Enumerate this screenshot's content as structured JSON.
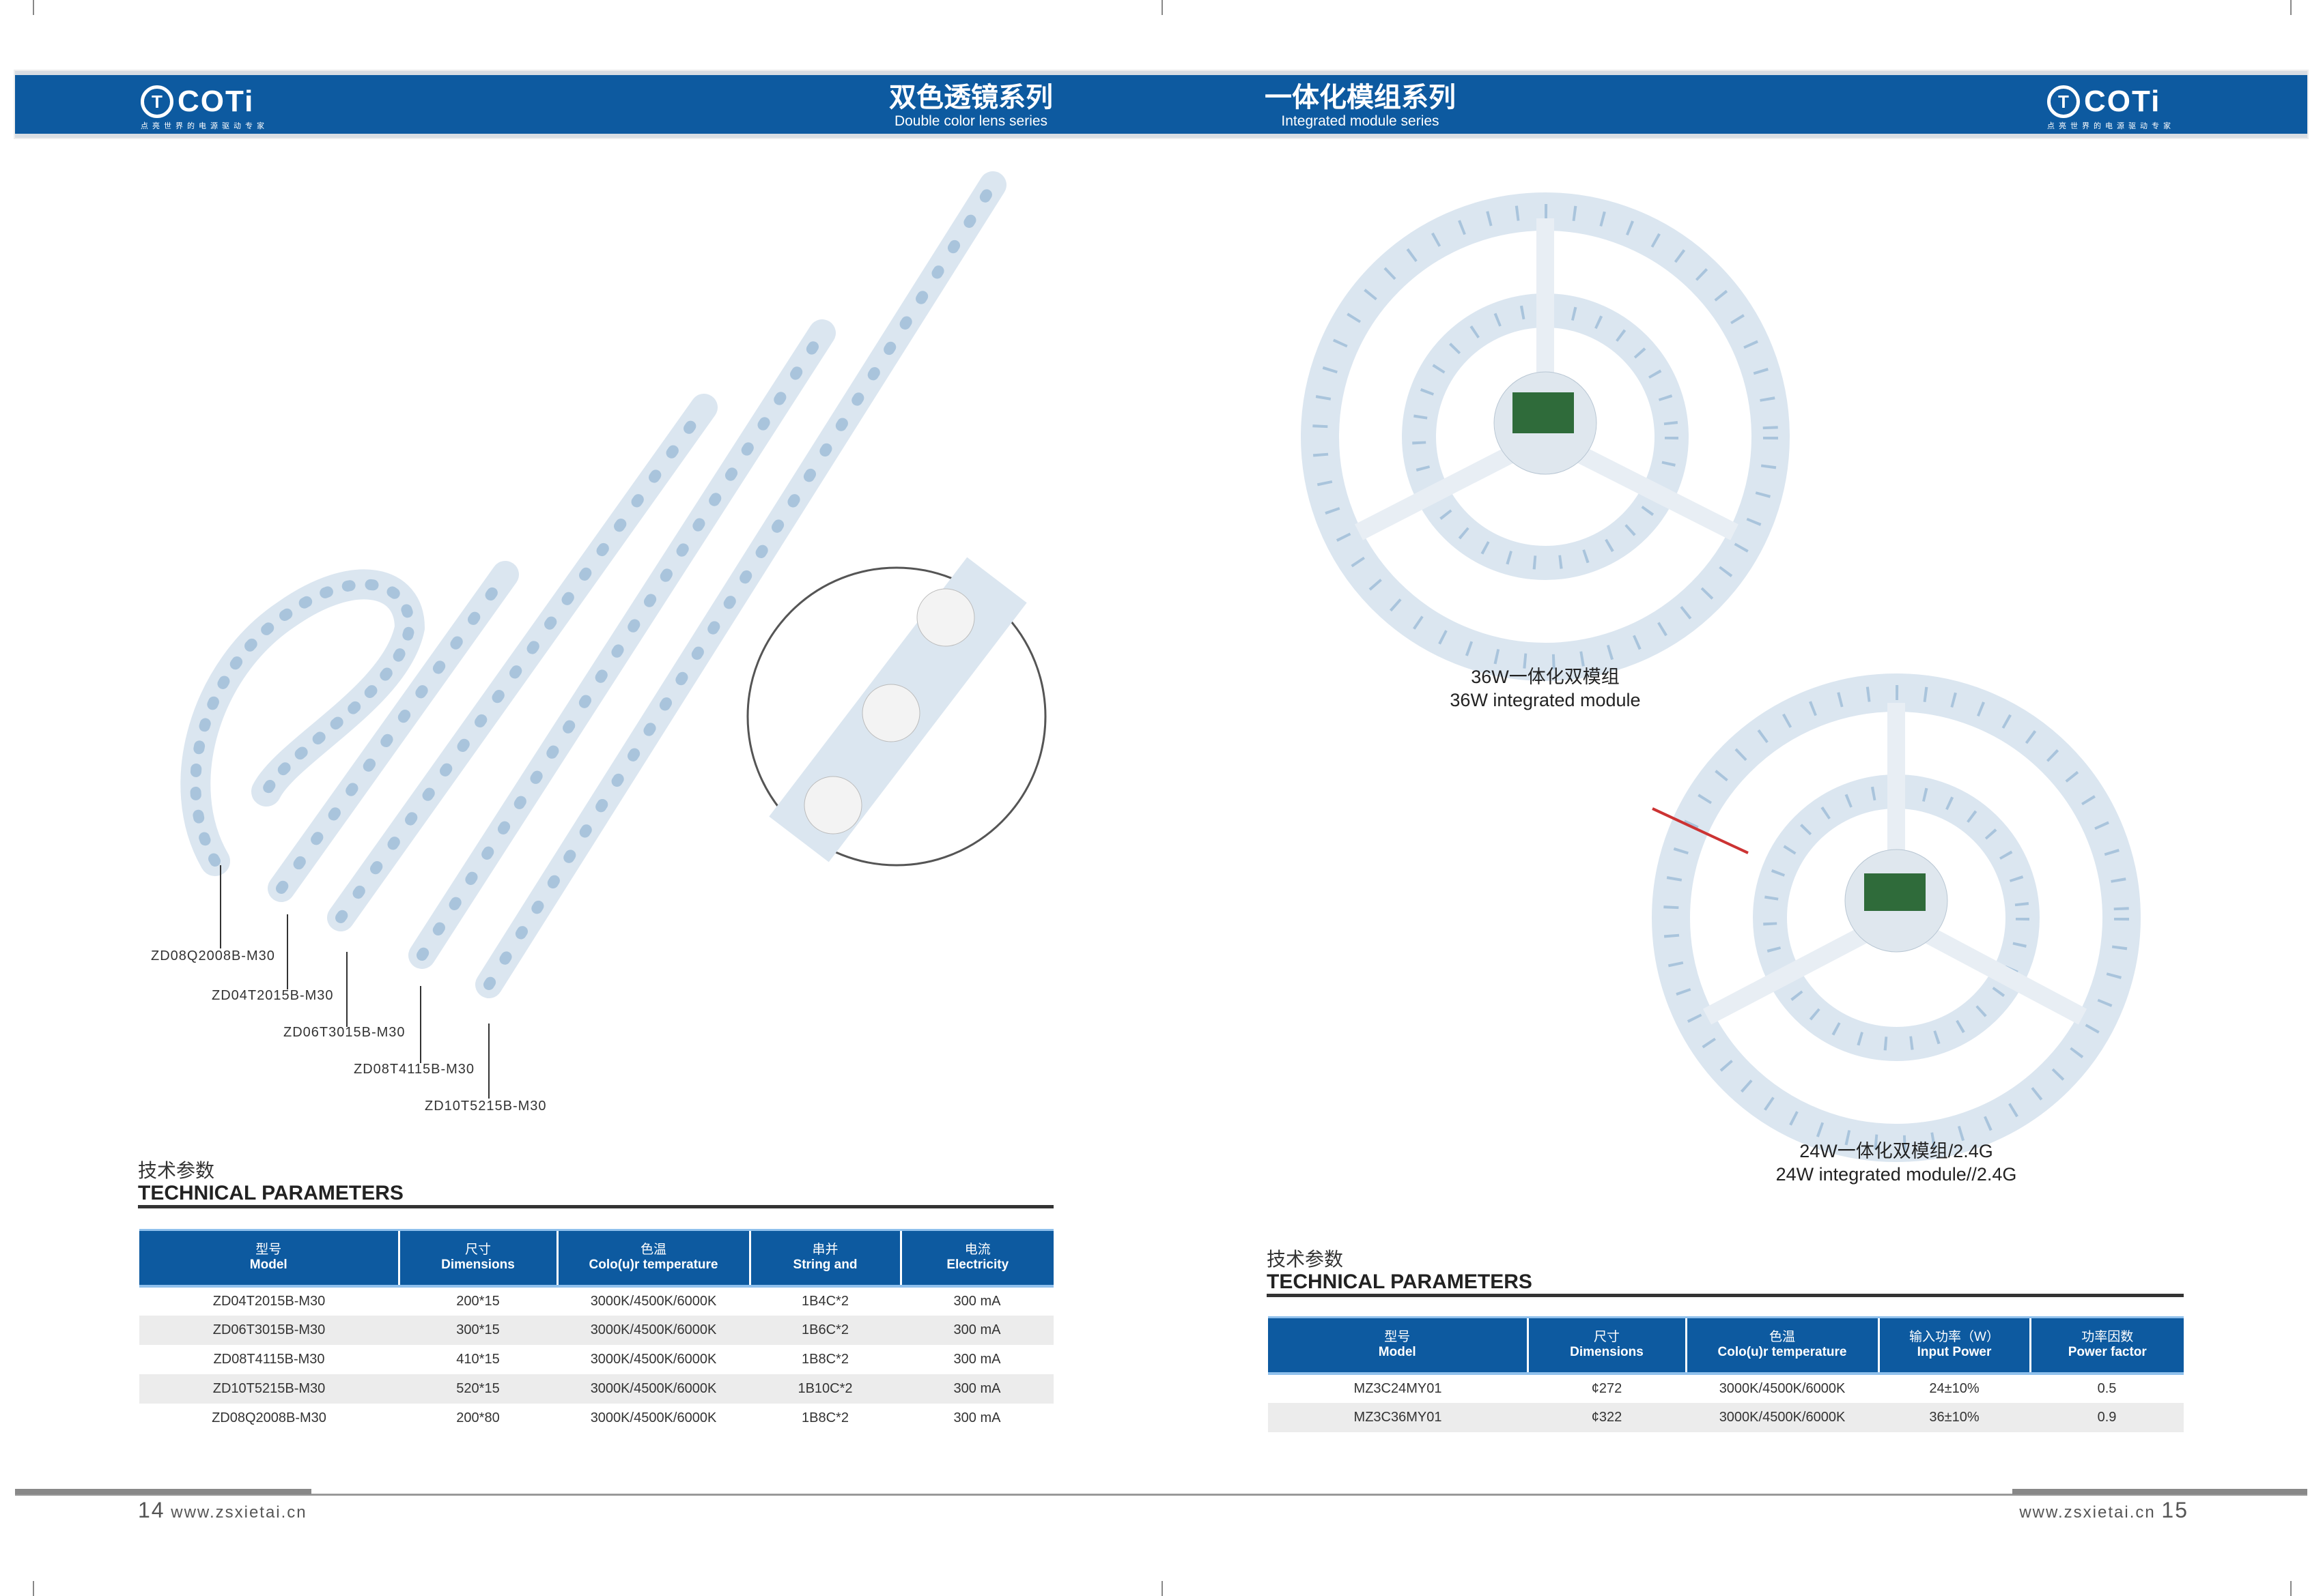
{
  "header": {
    "brand": "COTi",
    "brand_mark": "T",
    "tagline": "点亮世界的电源驱动专家",
    "left_title_zh": "双色透镜系列",
    "left_title_en": "Double color lens series",
    "right_title_zh": "一体化模组系列",
    "right_title_en": "Integrated module series"
  },
  "colors": {
    "brand_blue": "#0d5aa0"
  },
  "left_page": {
    "strip_labels": [
      "ZD08Q2008B-M30",
      "ZD04T2015B-M30",
      "ZD06T3015B-M30",
      "ZD08T4115B-M30",
      "ZD10T5215B-M30"
    ],
    "tech_zh": "技术参数",
    "tech_en": "TECHNICAL PARAMETERS",
    "table": {
      "headers": [
        {
          "zh": "型号",
          "en": "Model"
        },
        {
          "zh": "尺寸",
          "en": "Dimensions"
        },
        {
          "zh": "色温",
          "en": "Colo(u)r temperature"
        },
        {
          "zh": "串并",
          "en": "String and"
        },
        {
          "zh": "电流",
          "en": "Electricity"
        }
      ],
      "rows": [
        [
          "ZD04T2015B-M30",
          "200*15",
          "3000K/4500K/6000K",
          "1B4C*2",
          "300 mA"
        ],
        [
          "ZD06T3015B-M30",
          "300*15",
          "3000K/4500K/6000K",
          "1B6C*2",
          "300 mA"
        ],
        [
          "ZD08T4115B-M30",
          "410*15",
          "3000K/4500K/6000K",
          "1B8C*2",
          "300 mA"
        ],
        [
          "ZD10T5215B-M30",
          "520*15",
          "3000K/4500K/6000K",
          "1B10C*2",
          "300 mA"
        ],
        [
          "ZD08Q2008B-M30",
          "200*80",
          "3000K/4500K/6000K",
          "1B8C*2",
          "300 mA"
        ]
      ]
    },
    "page_number": "14",
    "url": "www.zsxietai.cn"
  },
  "right_page": {
    "module36_zh": "36W一体化双模组",
    "module36_en": "36W integrated module",
    "module24_zh": "24W一体化双模组/2.4G",
    "module24_en": "24W integrated module//2.4G",
    "tech_zh": "技术参数",
    "tech_en": "TECHNICAL PARAMETERS",
    "table": {
      "headers": [
        {
          "zh": "型号",
          "en": "Model"
        },
        {
          "zh": "尺寸",
          "en": "Dimensions"
        },
        {
          "zh": "色温",
          "en": "Colo(u)r temperature"
        },
        {
          "zh": "输入功率（W）",
          "en": "Input Power"
        },
        {
          "zh": "功率因数",
          "en": "Power factor"
        }
      ],
      "rows": [
        [
          "MZ3C24MY01",
          "¢272",
          "3000K/4500K/6000K",
          "24±10%",
          "0.5"
        ],
        [
          "MZ3C36MY01",
          "¢322",
          "3000K/4500K/6000K",
          "36±10%",
          "0.9"
        ]
      ]
    },
    "page_number": "15",
    "url": "www.zsxietai.cn"
  }
}
